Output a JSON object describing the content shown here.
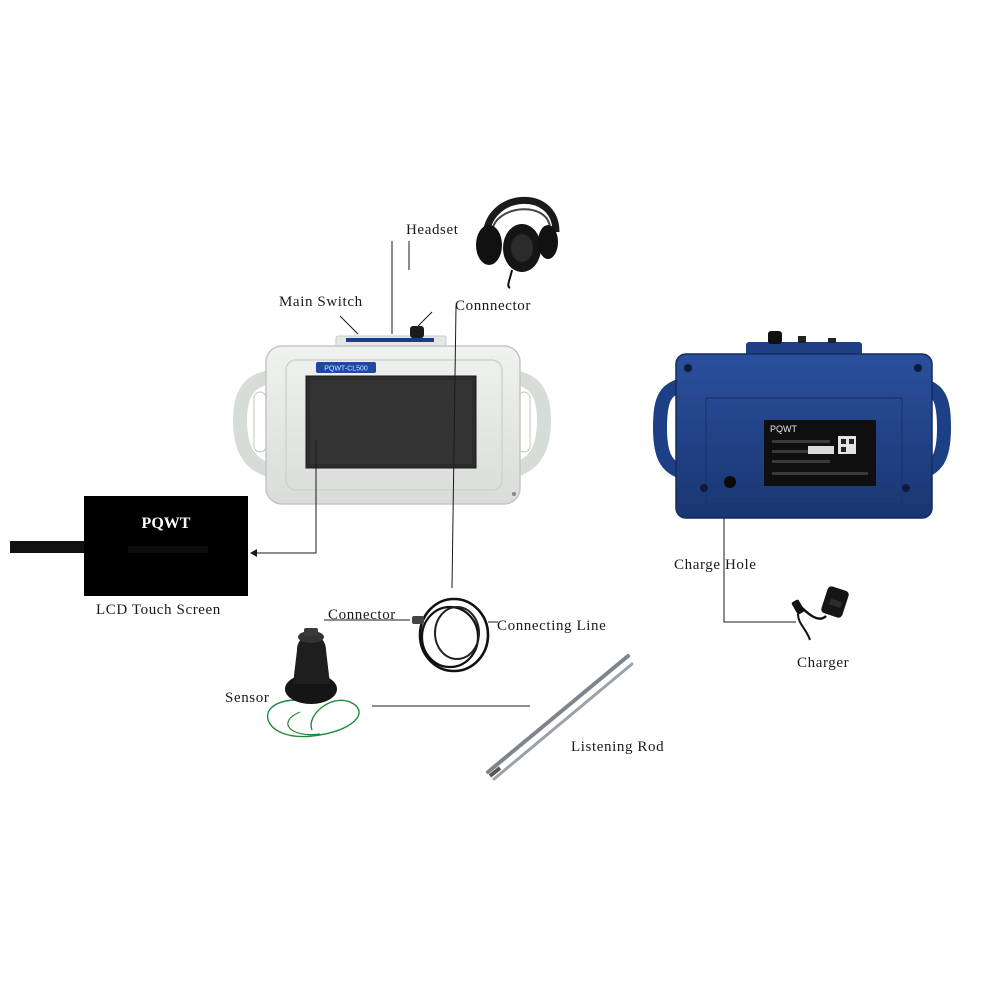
{
  "labels": {
    "headset": "Headset",
    "main_switch": "Main Switch",
    "connector_top": "Connnector",
    "lcd_touch_screen": "LCD Touch Screen",
    "connector_mid": "Connector",
    "connecting_line": "Connecting Line",
    "sensor": "Sensor",
    "listening_rod": "Listening Rod",
    "charge_hole": "Charge Hole",
    "charger": "Charger"
  },
  "device": {
    "brand_strip": "PQWT-CL500",
    "back_brand": "PQWT"
  },
  "inset_screen": {
    "brand": "PQWT"
  },
  "colors": {
    "front_body": "#e6e9e6",
    "back_body": "#1d3f85",
    "screen": "#2c2c2c",
    "inset_bg": "#000000",
    "sensor_wire": "#1f8a3a"
  }
}
